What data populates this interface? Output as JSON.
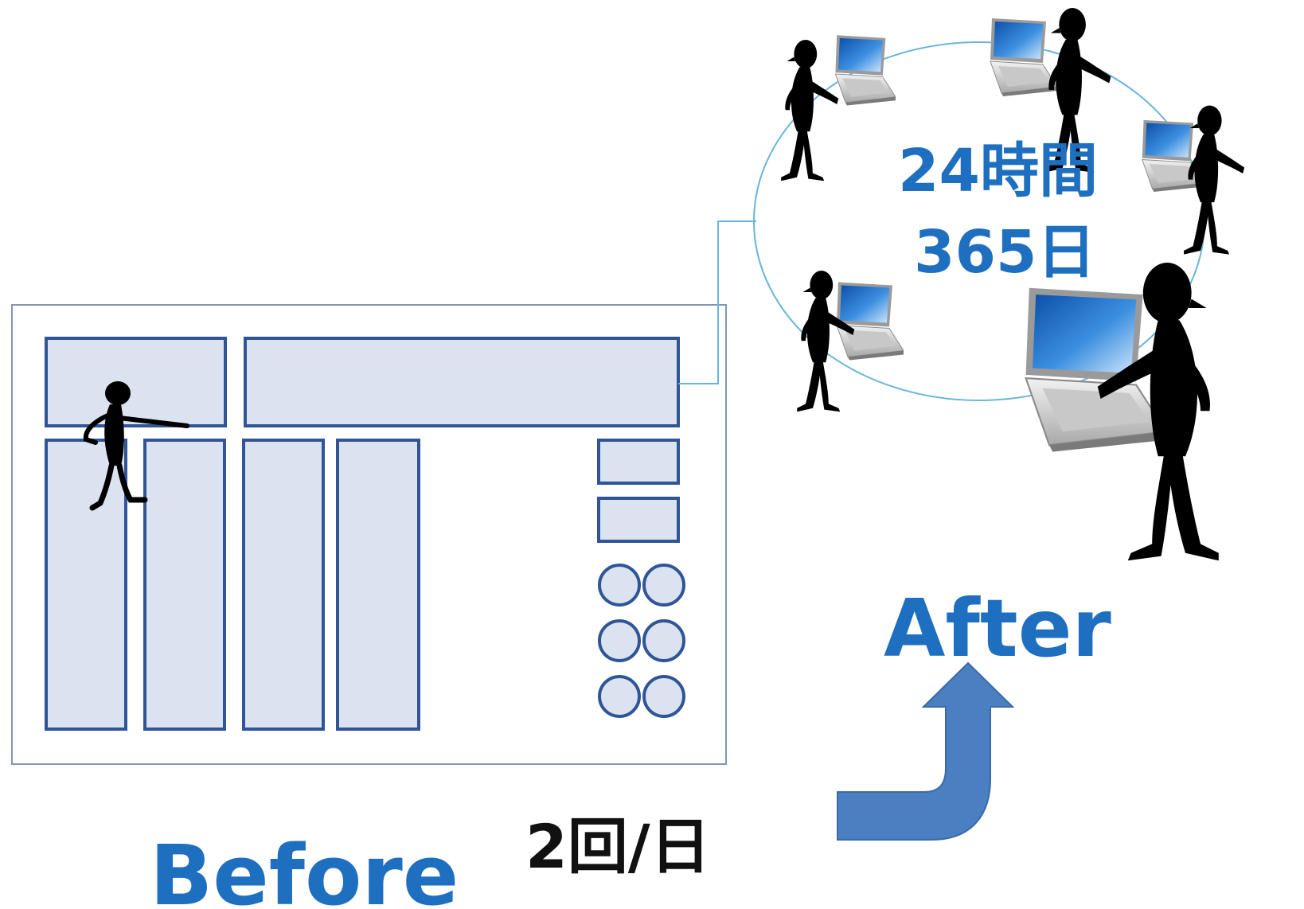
{
  "labels": {
    "before": "Before",
    "after": "After",
    "frequency": "2回/日",
    "time_line1": "24時間",
    "time_line2": "365日"
  },
  "colors": {
    "accent_blue": "#1f6fc1",
    "panel_border": "#2f5597",
    "panel_fill": "#dbe3f0",
    "frame_border": "#7f96b9",
    "connector": "#67b6d9",
    "arrow": "#4a7fc1",
    "silhouette": "#000000"
  },
  "icons": {
    "person": "person-silhouette-icon",
    "laptop": "laptop-icon",
    "arrow": "curved-up-arrow-icon"
  }
}
